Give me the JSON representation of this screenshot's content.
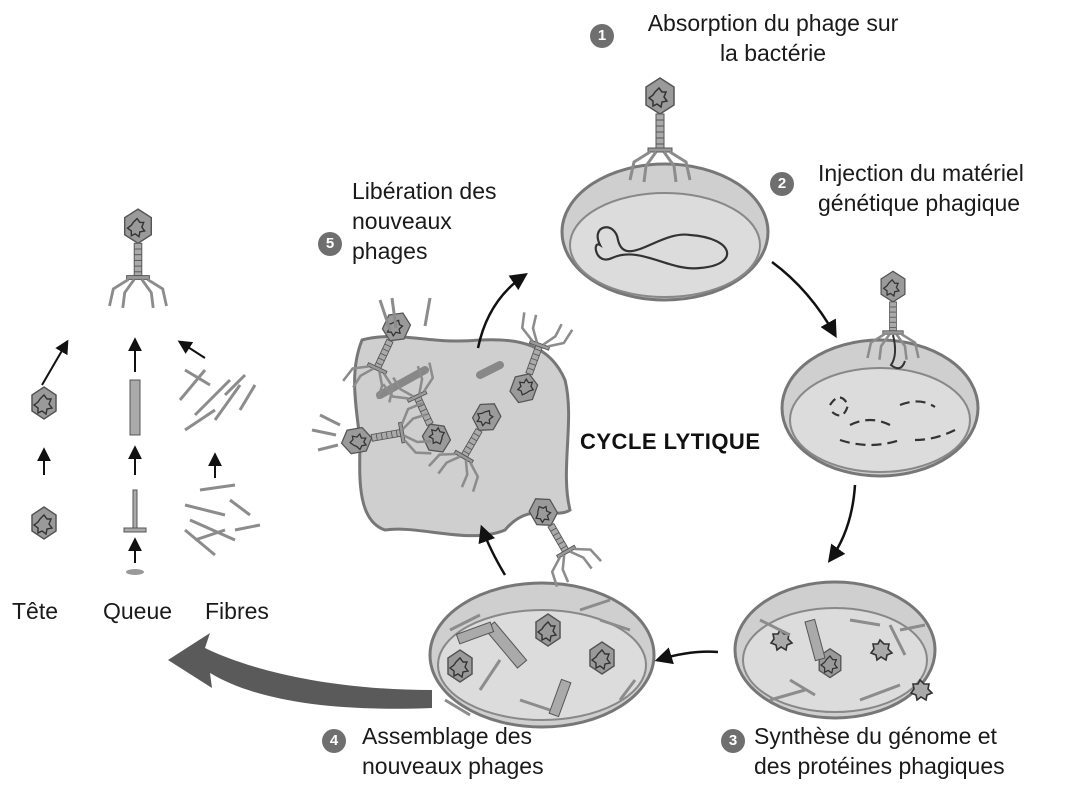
{
  "title": "CYCLE LYTIQUE",
  "steps": [
    {
      "num": "1",
      "label_line1": "Absorption du phage sur",
      "label_line2": "la bactérie"
    },
    {
      "num": "2",
      "label_line1": "Injection du matériel",
      "label_line2": "génétique phagique"
    },
    {
      "num": "3",
      "label_line1": "Synthèse du génome et",
      "label_line2": "des protéines phagiques"
    },
    {
      "num": "4",
      "label_line1": "Assemblage des",
      "label_line2": "nouveaux  phages"
    },
    {
      "num": "5",
      "label_line1": "Libération des",
      "label_line2": "nouveaux",
      "label_line3": "phages"
    }
  ],
  "parts": {
    "head": "Tête",
    "tail": "Queue",
    "fibers": "Fibres"
  }
}
